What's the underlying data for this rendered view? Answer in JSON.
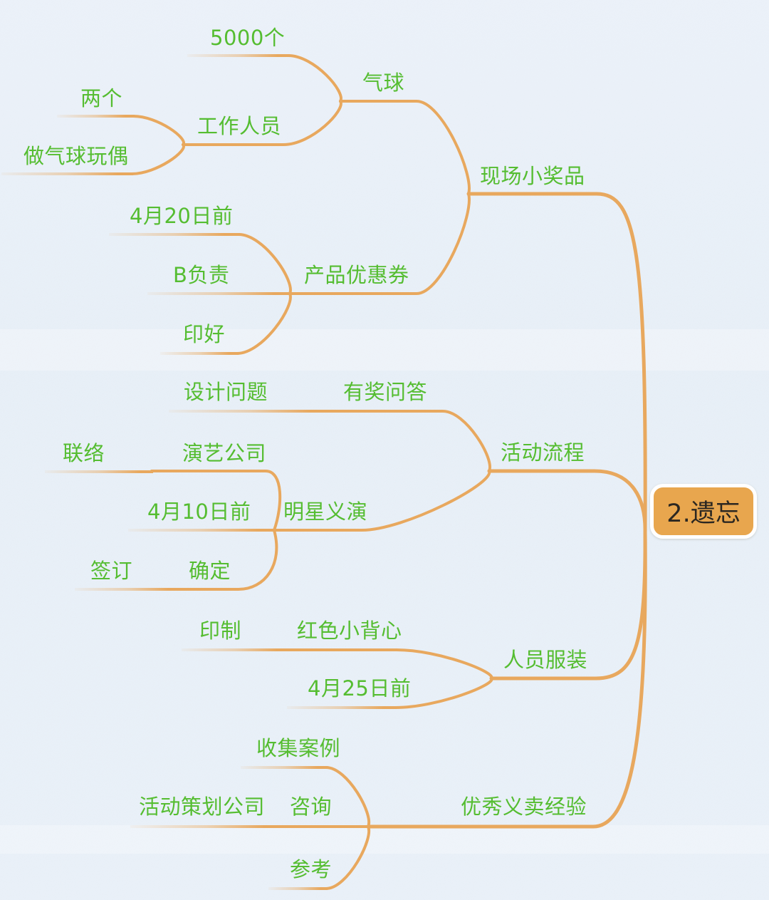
{
  "diagram": {
    "type": "mindmap",
    "colors": {
      "background": "#eaf1f9",
      "connector": "#e8a85e",
      "node_text": "#55bd31",
      "root_fill": "#e8a64e",
      "root_border": "#ffffff",
      "root_text": "#2b2721"
    },
    "root": {
      "label": "2.遗忘"
    },
    "branches": [
      {
        "label": "现场小奖品",
        "children": [
          {
            "label": "气球",
            "children": [
              {
                "label": "5000个"
              },
              {
                "label": "工作人员",
                "children": [
                  {
                    "label": "两个"
                  },
                  {
                    "label": "做气球玩偶"
                  }
                ]
              }
            ]
          },
          {
            "label": "产品优惠券",
            "children": [
              {
                "label": "4月20日前"
              },
              {
                "label": "B负责"
              },
              {
                "label": "印好"
              }
            ]
          }
        ]
      },
      {
        "label": "活动流程",
        "children": [
          {
            "label": "有奖问答",
            "children": [
              {
                "label": "设计问题"
              }
            ]
          },
          {
            "label": "明星义演",
            "children": [
              {
                "label": "演艺公司",
                "children": [
                  {
                    "label": "联络"
                  }
                ]
              },
              {
                "label": "4月10日前"
              },
              {
                "label": "确定",
                "children": [
                  {
                    "label": "签订"
                  }
                ]
              }
            ]
          }
        ]
      },
      {
        "label": "人员服装",
        "children": [
          {
            "label": "红色小背心",
            "children": [
              {
                "label": "印制"
              }
            ]
          },
          {
            "label": "4月25日前"
          }
        ]
      },
      {
        "label": "优秀义卖经验",
        "children": [
          {
            "label": "收集案例"
          },
          {
            "label": "咨询",
            "children": [
              {
                "label": "活动策划公司"
              }
            ]
          },
          {
            "label": "参考"
          }
        ]
      }
    ]
  }
}
